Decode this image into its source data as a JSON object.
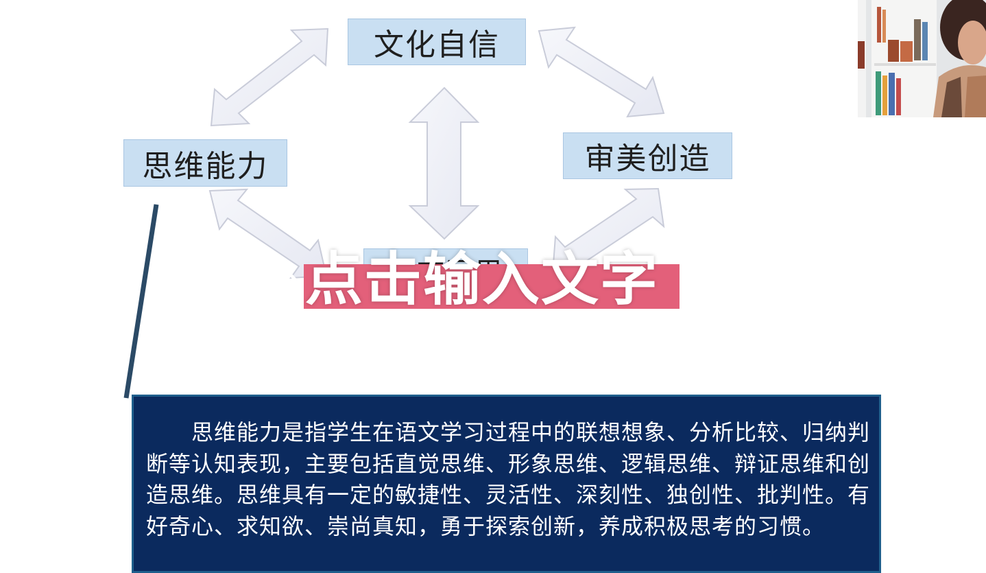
{
  "diagram": {
    "nodes": {
      "top": "文化自信",
      "left": "思维能力",
      "right": "审美创造",
      "bottom": "语言运用"
    }
  },
  "overlay": {
    "text": "点击输入文字",
    "mark": "、",
    "color": "#e3607a"
  },
  "panel": {
    "body": "思维能力是指学生在语文学习过程中的联想想象、分析比较、归纳判断等认知表现，主要包括直觉思维、形象思维、逻辑思维、辩证思维和创造思维。思维具有一定的敏捷性、灵活性、深刻性、独创性、批判性。有好奇心、求知欲、崇尚真知，勇于探索创新，养成积极思考的习惯。",
    "background": "#0b2a5e"
  }
}
